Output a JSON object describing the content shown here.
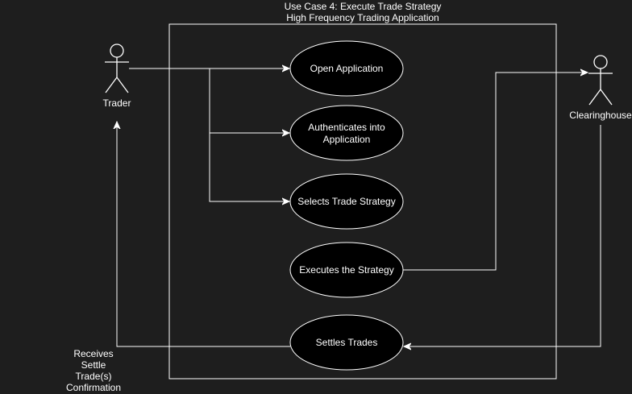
{
  "diagram": {
    "title_line1": "Use Case 4: Execute Trade Strategy",
    "title_line2": "High Frequency Trading Application",
    "colors": {
      "background": "#1e1e1e",
      "stroke": "#ffffff",
      "text": "#ffffff"
    },
    "actors": {
      "trader": {
        "label": "Trader"
      },
      "clearinghouse": {
        "label": "Clearinghouse"
      }
    },
    "use_cases": {
      "open": {
        "label": "Open Application"
      },
      "auth": {
        "line1": "Authenticates into",
        "line2": "Application"
      },
      "select": {
        "label": "Selects Trade Strategy"
      },
      "execute": {
        "label": "Executes the Strategy"
      },
      "settle": {
        "label": "Settles Trades"
      }
    },
    "note": {
      "line1": "Receives",
      "line2": "Settle",
      "line3": "Trade(s)",
      "line4": "Confirmation"
    }
  }
}
